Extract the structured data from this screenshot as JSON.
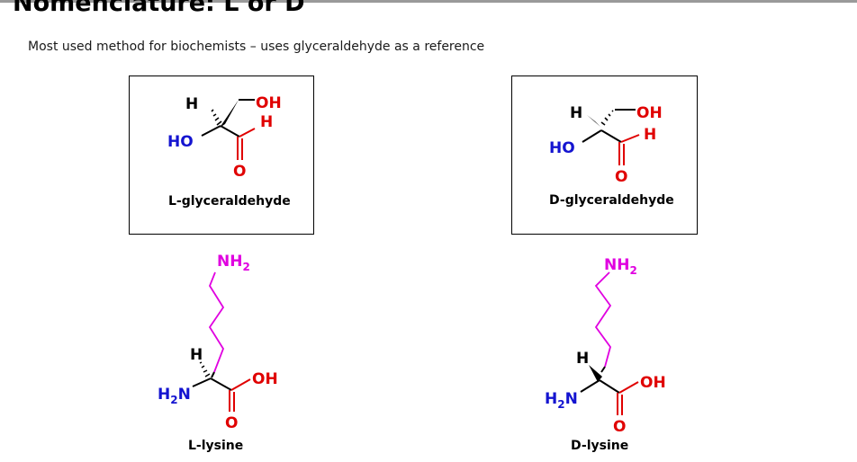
{
  "slide": {
    "title": "Nomenclature: L or D",
    "subtitle": "Most used method for biochemists – uses glyceraldehyde as a reference"
  },
  "molecules": {
    "l_glyceraldehyde": {
      "name": "L-glyceraldehyde",
      "h": "H",
      "oh": "OH",
      "ho": "HO",
      "ald_h": "H",
      "o": "O"
    },
    "d_glyceraldehyde": {
      "name": "D-glyceraldehyde",
      "h": "H",
      "oh": "OH",
      "ho": "HO",
      "ald_h": "H",
      "o": "O"
    },
    "l_lysine": {
      "name": "L-lysine",
      "h": "H",
      "nh2": "NH",
      "nh2_sub": "2",
      "h2n": "H",
      "h2n_sub": "2",
      "h2n_n": "N",
      "oh": "OH",
      "o": "O"
    },
    "d_lysine": {
      "name": "D-lysine",
      "h": "H",
      "nh2": "NH",
      "nh2_sub": "2",
      "h2n": "H",
      "h2n_sub": "2",
      "h2n_n": "N",
      "oh": "OH",
      "o": "O"
    }
  },
  "colors": {
    "hydroxyl": "#e00000",
    "amino": "#1414d0",
    "side_chain": "#e000e0",
    "carbon": "#000000"
  }
}
